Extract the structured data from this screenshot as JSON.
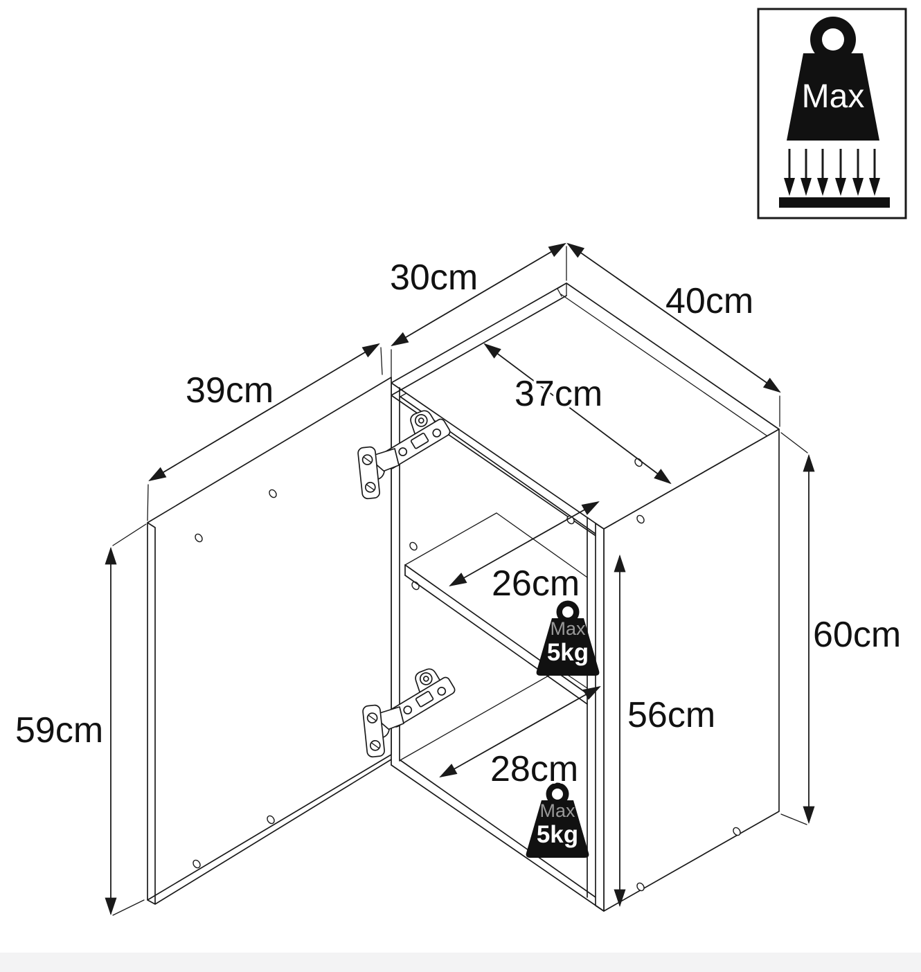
{
  "page": {
    "background": "#ffffff"
  },
  "dimensions": {
    "depth_top": "30cm",
    "width_top": "40cm",
    "door_width": "39cm",
    "interior_width": "37cm",
    "shelf_depth": "26cm",
    "bottom_depth": "28cm",
    "interior_height": "56cm",
    "overall_height": "60cm",
    "door_height": "59cm"
  },
  "max_load_badge": {
    "label": "Max"
  },
  "shelf_load_badges": [
    {
      "label": "Max",
      "value": "5kg"
    },
    {
      "label": "Max",
      "value": "5kg"
    }
  ],
  "colors": {
    "line": "#1a1a1a",
    "label_text": "#111111",
    "badge_fill": "#111111",
    "badge_text": "#ffffff",
    "weight_max_text": "#999999"
  }
}
